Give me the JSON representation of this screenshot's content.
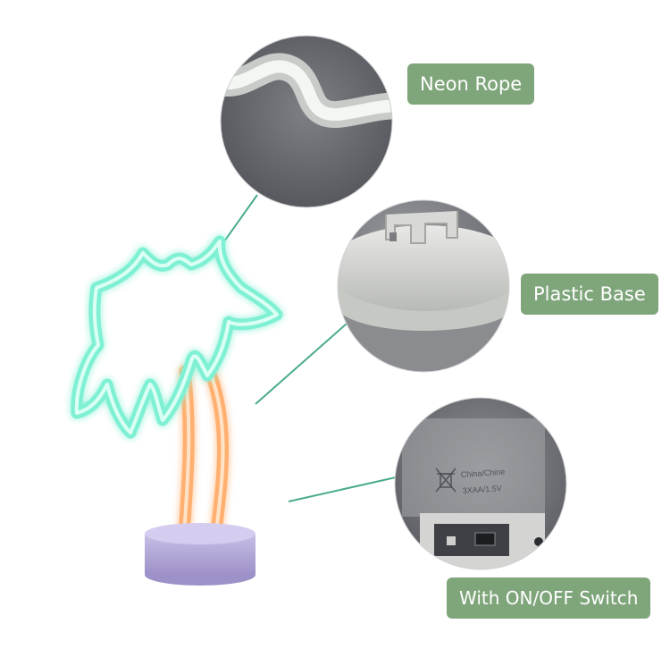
{
  "callouts": {
    "neon_rope": "Neon Rope",
    "plastic_base": "Plastic Base",
    "switch": "With ON/OFF Switch"
  },
  "battery_box": {
    "marking_brand": "China/Chine",
    "marking_spec": "3XAA/1.5V"
  },
  "colors": {
    "label_bg": "#7fa57b",
    "connector_line": "#4aab8c",
    "neon_green": "#7ff0d4",
    "neon_orange": "#ffb070",
    "base_lilac": "#b3a6d6",
    "detail_gray": "#6f7177"
  },
  "icons": [
    "weee-crossed-bin-icon",
    "on-off-slide-switch-icon"
  ]
}
